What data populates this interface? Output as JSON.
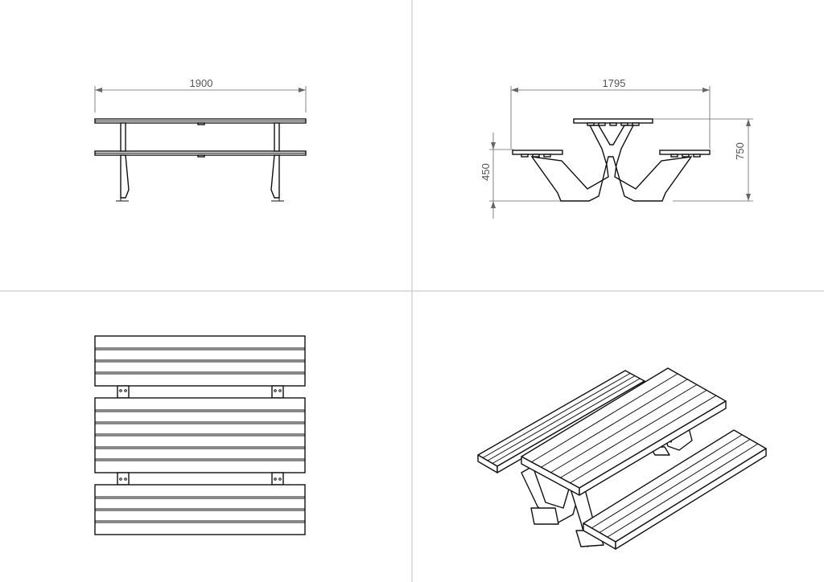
{
  "drawing": {
    "views": [
      {
        "id": "front",
        "label": "front-view",
        "dimension": "1900"
      },
      {
        "id": "side",
        "label": "side-view",
        "dimensions": {
          "width": "1795",
          "seat_height": "450",
          "table_height": "750"
        }
      },
      {
        "id": "top",
        "label": "top-view"
      },
      {
        "id": "iso",
        "label": "isometric-view"
      }
    ]
  },
  "colors": {
    "line": "#111111",
    "dimension": "#666666",
    "divider": "#bdbdbd",
    "background": "#ffffff"
  }
}
